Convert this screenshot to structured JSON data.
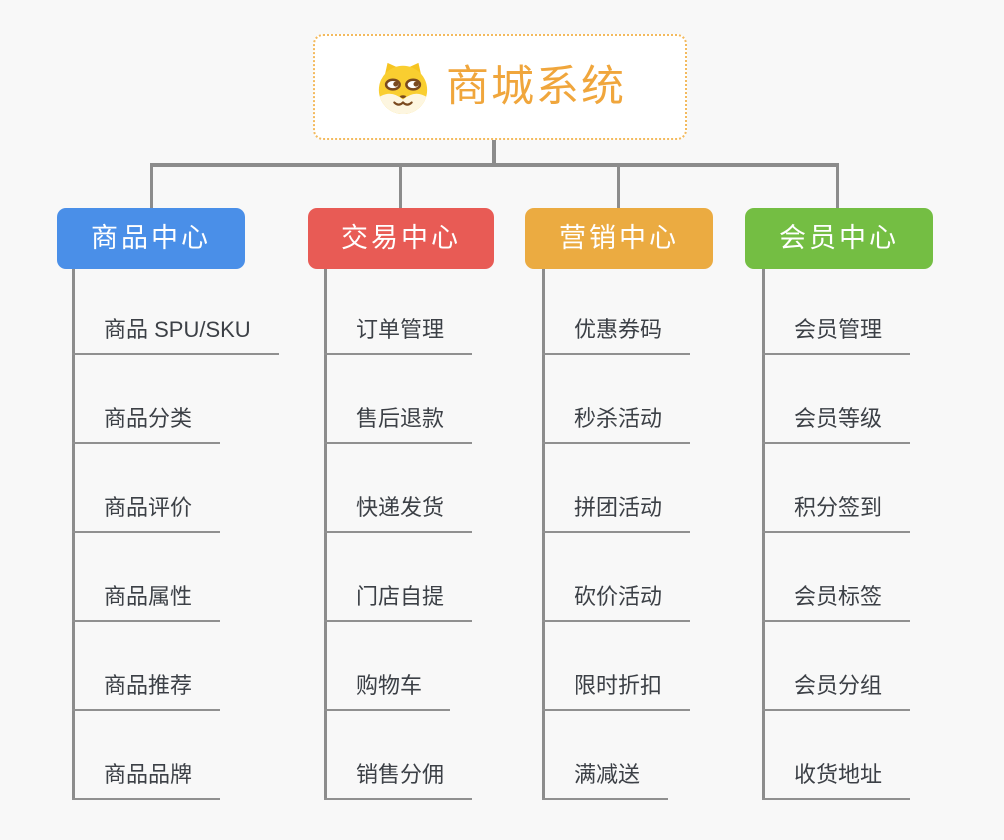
{
  "root": {
    "title": "商城系统",
    "icon": "shiba-dog-icon",
    "accent_color": "#f0a63c"
  },
  "connector_color": "#8c8c8c",
  "branches": [
    {
      "label": "商品中心",
      "color": "#4a8fe8",
      "items": [
        "商品 SPU/SKU",
        "商品分类",
        "商品评价",
        "商品属性",
        "商品推荐",
        "商品品牌"
      ]
    },
    {
      "label": "交易中心",
      "color": "#e85b55",
      "items": [
        "订单管理",
        "售后退款",
        "快递发货",
        "门店自提",
        "购物车",
        "销售分佣"
      ]
    },
    {
      "label": "营销中心",
      "color": "#ebab41",
      "items": [
        "优惠券码",
        "秒杀活动",
        "拼团活动",
        "砍价活动",
        "限时折扣",
        "满减送"
      ]
    },
    {
      "label": "会员中心",
      "color": "#74be43",
      "items": [
        "会员管理",
        "会员等级",
        "积分签到",
        "会员标签",
        "会员分组",
        "收货地址"
      ]
    }
  ]
}
